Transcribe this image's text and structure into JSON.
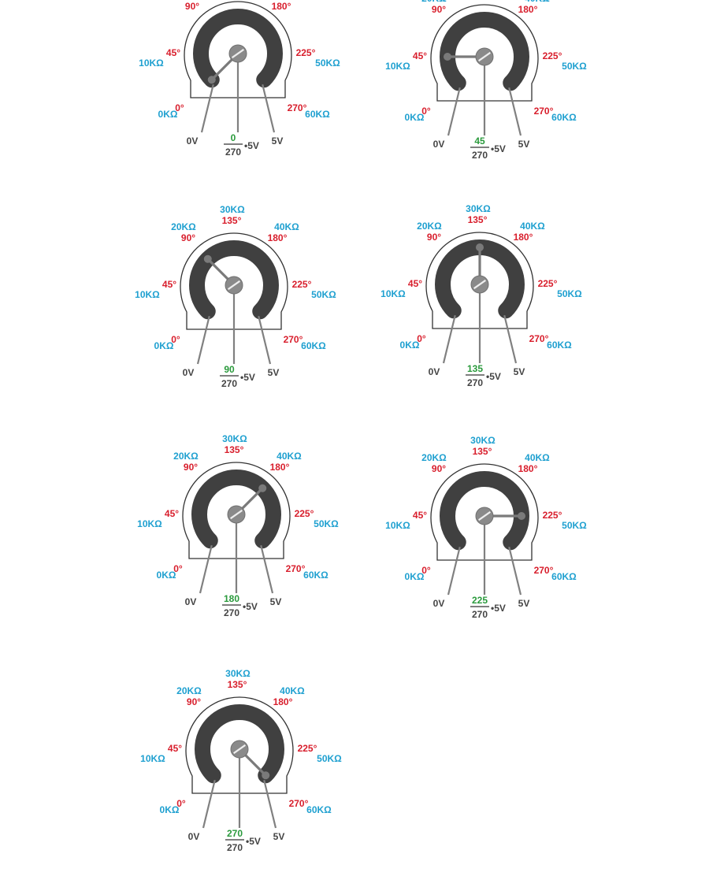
{
  "colors": {
    "resistance": "#1fa0d0",
    "degrees": "#d81e2c",
    "fraction_numerator": "#2a9a3c",
    "dark": "#404040",
    "lead": "#808080",
    "body_outline": "#333333"
  },
  "labels": {
    "resistance": [
      "0KΩ",
      "10KΩ",
      "20KΩ",
      "30KΩ",
      "40KΩ",
      "50KΩ",
      "60KΩ"
    ],
    "degrees": [
      "0°",
      "45°",
      "90°",
      "135°",
      "180°",
      "225°",
      "270°"
    ],
    "pin_left": "0V",
    "pin_right": "5V",
    "fraction_suffix": "•5V",
    "fraction_denominator": "270"
  },
  "diagrams": [
    {
      "angle": 0,
      "numerator": "0"
    },
    {
      "angle": 45,
      "numerator": "45"
    },
    {
      "angle": 90,
      "numerator": "90"
    },
    {
      "angle": 135,
      "numerator": "135"
    },
    {
      "angle": 180,
      "numerator": "180"
    },
    {
      "angle": 225,
      "numerator": "225"
    },
    {
      "angle": 270,
      "numerator": "270"
    }
  ]
}
